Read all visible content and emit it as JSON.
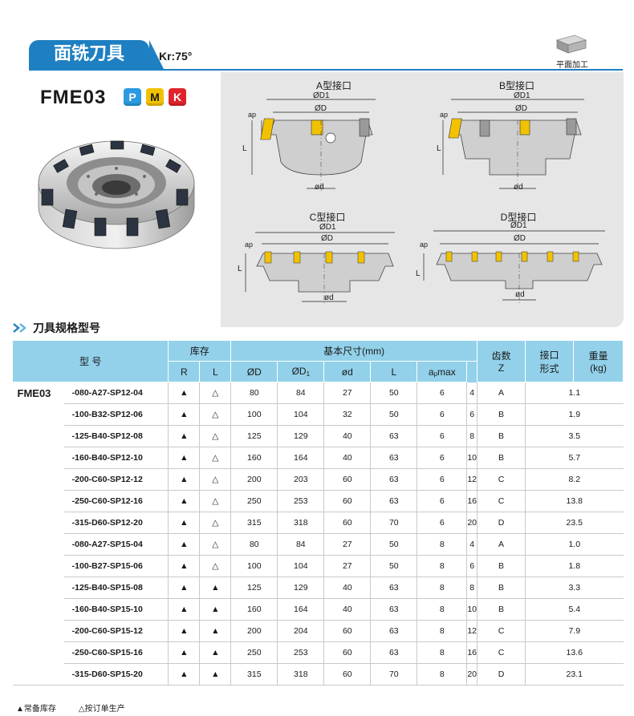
{
  "header": {
    "title": "面铣刀具",
    "kr": "Kr:75°",
    "finishing_label": "平面加工"
  },
  "product": {
    "model": "FME03",
    "badges": [
      "P",
      "M",
      "K"
    ]
  },
  "diagrams": [
    {
      "title": "A型接口",
      "dims": {
        "D1": "ØD1",
        "D": "ØD",
        "d": "ød",
        "ap": "ap",
        "L": "L"
      }
    },
    {
      "title": "B型接口",
      "dims": {
        "D1": "ØD1",
        "D": "ØD",
        "d": "ød",
        "ap": "ap",
        "L": "L"
      }
    },
    {
      "title": "C型接口",
      "dims": {
        "D1": "ØD1",
        "D": "ØD",
        "d": "ød",
        "ap": "ap",
        "L": "L"
      }
    },
    {
      "title": "D型接口",
      "dims": {
        "D1": "ØD1",
        "D": "ØD",
        "d": "ød",
        "ap": "ap",
        "L": "L"
      }
    }
  ],
  "section_heading": "刀具规格型号",
  "table": {
    "headers": {
      "model": "型 号",
      "stock": "库存",
      "stock_r": "R",
      "stock_l": "L",
      "dims": "基本尺寸(mm)",
      "D": "ØD",
      "D1": "ØD",
      "D1_sub": "1",
      "d": "ød",
      "L": "L",
      "ap": "a",
      "ap_sub": "p",
      "ap_suffix": "max",
      "teeth": "齿数",
      "teeth_sub": "Z",
      "interface": "接口",
      "interface_sub": "形式",
      "weight": "重量",
      "weight_sub": "(kg)"
    },
    "series": "FME03",
    "rows": [
      {
        "code": "-080-A27-SP12-04",
        "r": "▲",
        "l": "△",
        "D": "80",
        "D1": "84",
        "d": "27",
        "L": "50",
        "ap": "6",
        "z": "4",
        "type": "A",
        "w": "1.1"
      },
      {
        "code": "-100-B32-SP12-06",
        "r": "▲",
        "l": "△",
        "D": "100",
        "D1": "104",
        "d": "32",
        "L": "50",
        "ap": "6",
        "z": "6",
        "type": "B",
        "w": "1.9"
      },
      {
        "code": "-125-B40-SP12-08",
        "r": "▲",
        "l": "△",
        "D": "125",
        "D1": "129",
        "d": "40",
        "L": "63",
        "ap": "6",
        "z": "8",
        "type": "B",
        "w": "3.5"
      },
      {
        "code": "-160-B40-SP12-10",
        "r": "▲",
        "l": "△",
        "D": "160",
        "D1": "164",
        "d": "40",
        "L": "63",
        "ap": "6",
        "z": "10",
        "type": "B",
        "w": "5.7"
      },
      {
        "code": "-200-C60-SP12-12",
        "r": "▲",
        "l": "△",
        "D": "200",
        "D1": "203",
        "d": "60",
        "L": "63",
        "ap": "6",
        "z": "12",
        "type": "C",
        "w": "8.2"
      },
      {
        "code": "-250-C60-SP12-16",
        "r": "▲",
        "l": "△",
        "D": "250",
        "D1": "253",
        "d": "60",
        "L": "63",
        "ap": "6",
        "z": "16",
        "type": "C",
        "w": "13.8"
      },
      {
        "code": "-315-D60-SP12-20",
        "r": "▲",
        "l": "△",
        "D": "315",
        "D1": "318",
        "d": "60",
        "L": "70",
        "ap": "6",
        "z": "20",
        "type": "D",
        "w": "23.5"
      },
      {
        "code": "-080-A27-SP15-04",
        "r": "▲",
        "l": "△",
        "D": "80",
        "D1": "84",
        "d": "27",
        "L": "50",
        "ap": "8",
        "z": "4",
        "type": "A",
        "w": "1.0"
      },
      {
        "code": "-100-B27-SP15-06",
        "r": "▲",
        "l": "△",
        "D": "100",
        "D1": "104",
        "d": "27",
        "L": "50",
        "ap": "8",
        "z": "6",
        "type": "B",
        "w": "1.8"
      },
      {
        "code": "-125-B40-SP15-08",
        "r": "▲",
        "l": "▲",
        "D": "125",
        "D1": "129",
        "d": "40",
        "L": "63",
        "ap": "8",
        "z": "8",
        "type": "B",
        "w": "3.3"
      },
      {
        "code": "-160-B40-SP15-10",
        "r": "▲",
        "l": "▲",
        "D": "160",
        "D1": "164",
        "d": "40",
        "L": "63",
        "ap": "8",
        "z": "10",
        "type": "B",
        "w": "5.4"
      },
      {
        "code": "-200-C60-SP15-12",
        "r": "▲",
        "l": "▲",
        "D": "200",
        "D1": "204",
        "d": "60",
        "L": "63",
        "ap": "8",
        "z": "12",
        "type": "C",
        "w": "7.9"
      },
      {
        "code": "-250-C60-SP15-16",
        "r": "▲",
        "l": "▲",
        "D": "250",
        "D1": "253",
        "d": "60",
        "L": "63",
        "ap": "8",
        "z": "16",
        "type": "C",
        "w": "13.6"
      },
      {
        "code": "-315-D60-SP15-20",
        "r": "▲",
        "l": "▲",
        "D": "315",
        "D1": "318",
        "d": "60",
        "L": "70",
        "ap": "8",
        "z": "20",
        "type": "D",
        "w": "23.1"
      }
    ]
  },
  "legend": {
    "stock": "▲常备库存",
    "order": "△按订单生产"
  },
  "colors": {
    "brand_blue": "#1e7fc2",
    "header_cyan": "#93d1ea",
    "insert_yellow": "#f2c200"
  }
}
